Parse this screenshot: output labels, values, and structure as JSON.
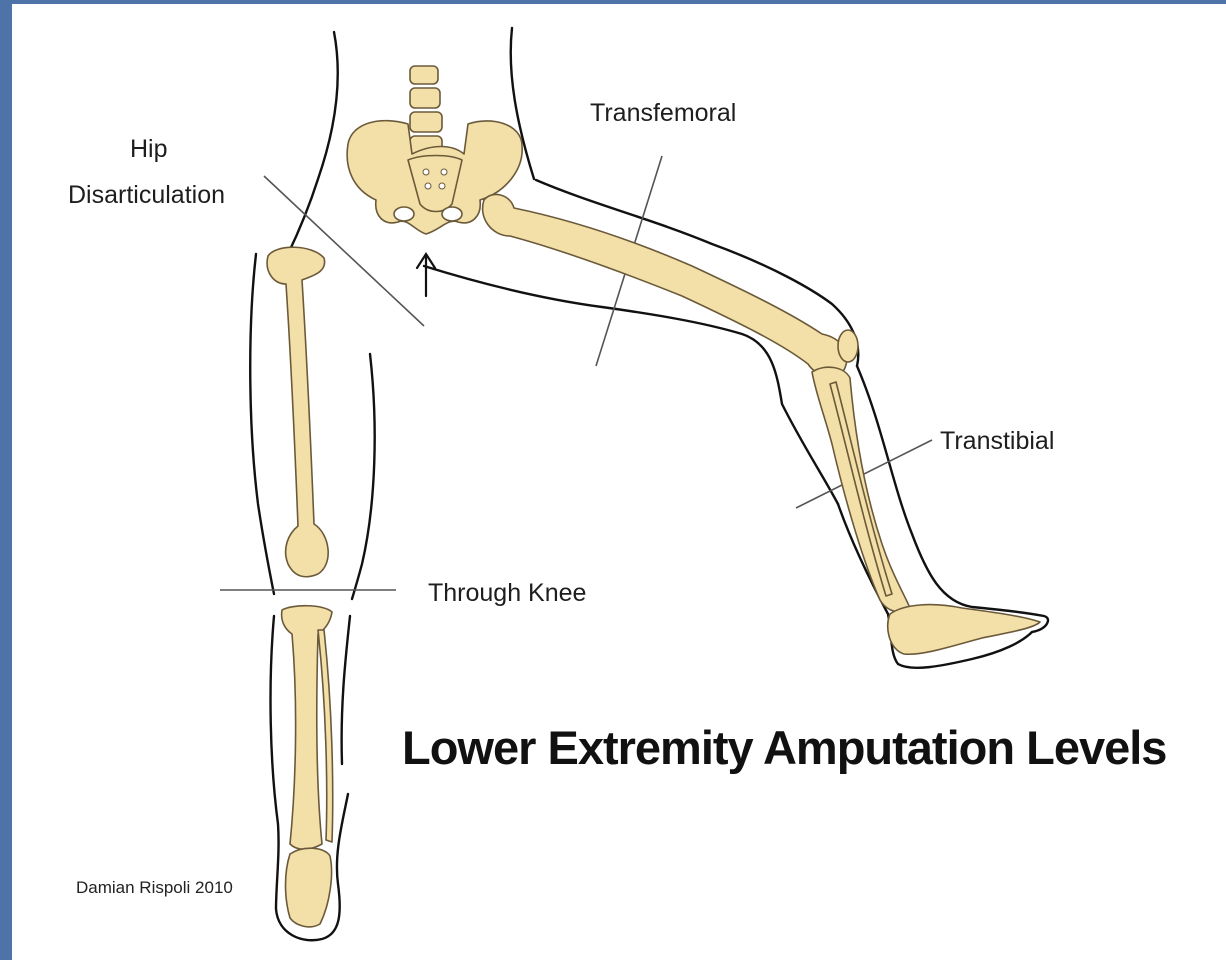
{
  "diagram": {
    "title": "Lower Extremity Amputation Levels",
    "credit": "Damian Rispoli 2010",
    "labels": {
      "hip_line1": "Hip",
      "hip_line2": "Disarticulation",
      "transfemoral": "Transfemoral",
      "transtibial": "Transtibial",
      "through_knee": "Through Knee"
    },
    "colors": {
      "bone_fill": "#f3dfa8",
      "bone_stroke": "#6b5a3a",
      "outline": "#111111",
      "cut_line": "#444444",
      "background": "#4a6fa5"
    }
  }
}
